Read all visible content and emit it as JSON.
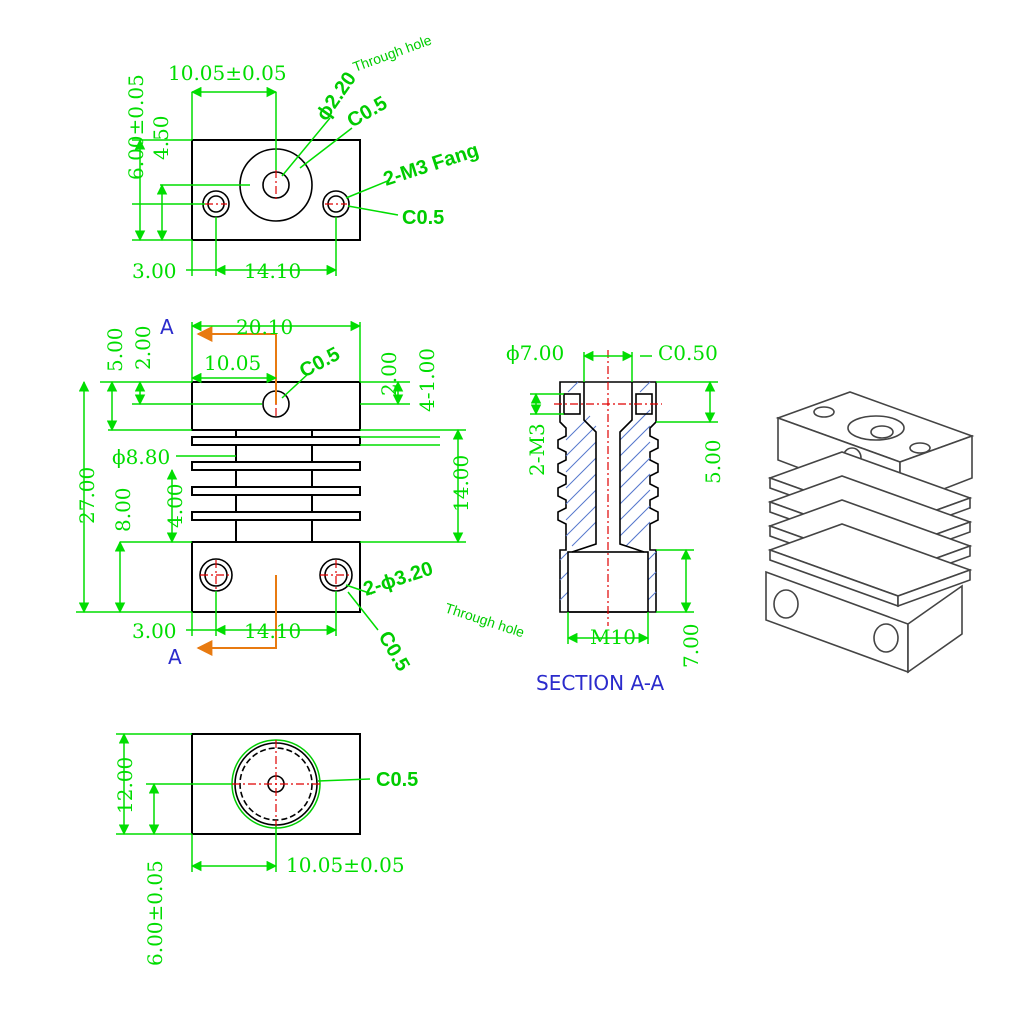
{
  "top_view": {
    "width_tol": "10.05±0.05",
    "height_tol": "6.00±0.05",
    "height": "4.50",
    "through_hole": "ϕ2.20",
    "through_hole_note": "Through hole",
    "chamfer_1": "C0.5",
    "fang": "2-M3 Fang",
    "chamfer_2": "C0.5",
    "offset": "3.00",
    "spacing": "14.10"
  },
  "front_view": {
    "section_marker_top": "A",
    "section_marker_bottom": "A",
    "width": "20.10",
    "half_width": "10.05",
    "chamfer_top": "C0.5",
    "dim_500": "5.00",
    "dim_200": "2.00",
    "dim_200_right": "2.00",
    "dim_4_100": "4-1.00",
    "fin_dia": "ϕ8.80",
    "total_height": "27.00",
    "dim_800": "8.00",
    "dim_400": "4.00",
    "dim_1400_right": "14.00",
    "offset": "3.00",
    "spacing": "14.10",
    "holes": "2-ϕ3.20",
    "holes_note": "Through hole",
    "chamfer_bottom": "C0.5"
  },
  "section_view": {
    "dia": "ϕ7.00",
    "chamfer": "C0.50",
    "thread": "2-M3",
    "dim_right": "5.00",
    "bottom_thread": "M10",
    "bottom_depth": "7.00",
    "title": "SECTION A-A"
  },
  "bottom_view": {
    "chamfer": "C0.5",
    "height": "12.00",
    "width_tol": "10.05±0.05",
    "height_tol": "6.00±0.05"
  },
  "colors": {
    "dimension": "#00dd00",
    "outline": "#000000",
    "centerline": "#e00000",
    "section_arrow": "#e87a10",
    "section_label": "#2b2bcc"
  }
}
